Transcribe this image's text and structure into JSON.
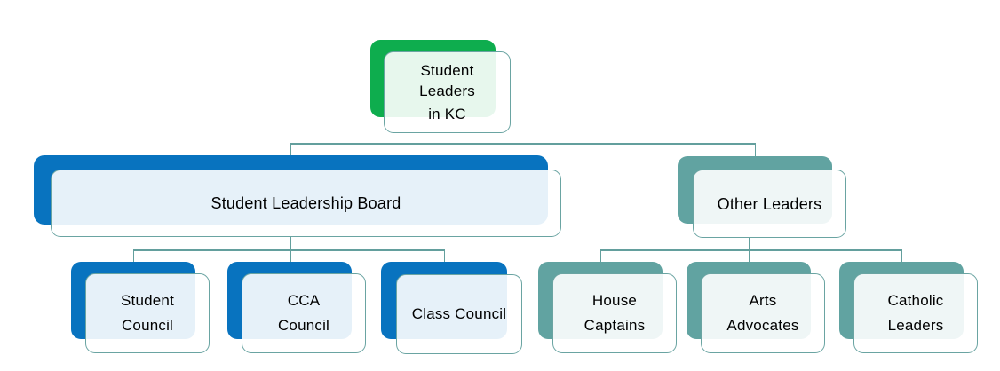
{
  "colors": {
    "green": "#0ead4e",
    "blue": "#0873bf",
    "teal": "#61a3a1",
    "box_border": "#6aa4a2",
    "connector_line": "#639f9d",
    "green_tint": "#e9f5ee",
    "blue_tint": "#e4eff9",
    "teal_tint": "#f0f6f3",
    "text": "#000000",
    "background": "#ffffff"
  },
  "nodes": {
    "root": {
      "lines": [
        "Student",
        "Leaders"
      ],
      "footer": "in KC"
    },
    "student_leadership_board": {
      "label": "Student Leadership Board"
    },
    "other_leaders": {
      "label": "Other Leaders"
    },
    "student_council": {
      "lines": [
        "Student",
        "Council"
      ]
    },
    "cca_council": {
      "lines": [
        "CCA",
        "Council"
      ]
    },
    "class_council": {
      "label": "Class Council"
    },
    "house_captains": {
      "lines": [
        "House",
        "Captains"
      ]
    },
    "arts_advocates": {
      "lines": [
        "Arts",
        "Advocates"
      ]
    },
    "catholic_leaders": {
      "lines": [
        "Catholic",
        "Leaders"
      ]
    }
  },
  "hierarchy": {
    "root": [
      "student_leadership_board",
      "other_leaders"
    ],
    "student_leadership_board": [
      "student_council",
      "cca_council",
      "class_council"
    ],
    "other_leaders": [
      "house_captains",
      "arts_advocates",
      "catholic_leaders"
    ]
  }
}
